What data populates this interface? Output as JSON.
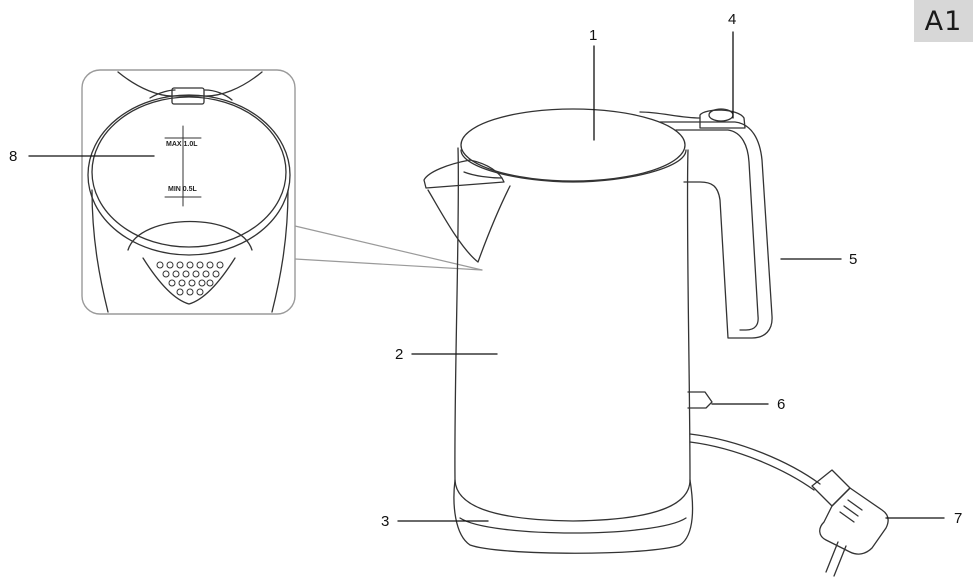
{
  "figure": {
    "badge": "A1",
    "callouts": [
      "1",
      "2",
      "3",
      "4",
      "5",
      "6",
      "7",
      "8"
    ],
    "inset_marks": {
      "max": "MAX 1.0L",
      "min": "MIN 0.5L"
    }
  }
}
